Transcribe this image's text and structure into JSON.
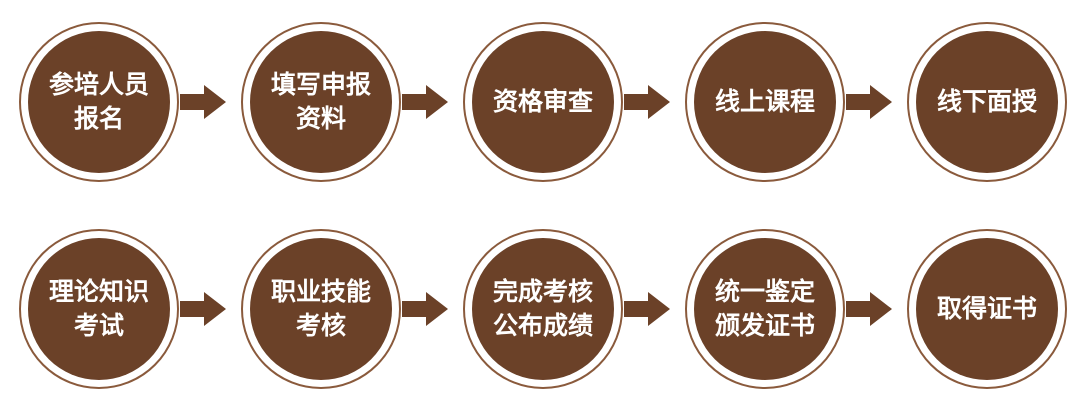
{
  "colors": {
    "circle_fill": "#6b4128",
    "circle_ring": "#8a5a3c",
    "arrow": "#6b4128",
    "text": "#ffffff"
  },
  "rows": [
    {
      "steps": [
        {
          "lines": [
            "参培人员",
            "报名"
          ]
        },
        {
          "lines": [
            "填写申报",
            "资料"
          ]
        },
        {
          "lines": [
            "资格审查"
          ]
        },
        {
          "lines": [
            "线上课程"
          ]
        },
        {
          "lines": [
            "线下面授"
          ]
        }
      ]
    },
    {
      "steps": [
        {
          "lines": [
            "理论知识",
            "考试"
          ]
        },
        {
          "lines": [
            "职业技能",
            "考核"
          ]
        },
        {
          "lines": [
            "完成考核",
            "公布成绩"
          ]
        },
        {
          "lines": [
            "统一鉴定",
            "颁发证书"
          ]
        },
        {
          "lines": [
            "取得证书"
          ]
        }
      ]
    }
  ]
}
